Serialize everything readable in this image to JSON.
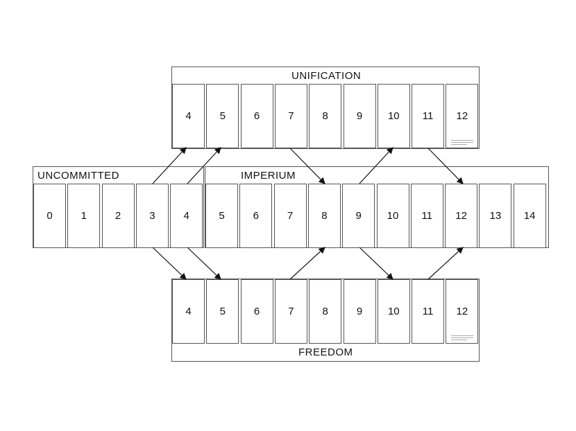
{
  "groups": {
    "unification": {
      "title": "UNIFICATION",
      "cells": [
        "4",
        "5",
        "6",
        "7",
        "8",
        "9",
        "10",
        "11",
        "12"
      ]
    },
    "uncommitted": {
      "title": "UNCOMMITTED",
      "cells": [
        "0",
        "1",
        "2",
        "3",
        "4"
      ]
    },
    "imperium": {
      "title": "IMPERIUM",
      "cells": [
        "5",
        "6",
        "7",
        "8",
        "9",
        "10",
        "11",
        "12",
        "13",
        "14"
      ]
    },
    "freedom": {
      "title": "FREEDOM",
      "cells": [
        "4",
        "5",
        "6",
        "7",
        "8",
        "9",
        "10",
        "11",
        "12"
      ]
    }
  },
  "colors": {
    "line": "#555555",
    "arrow": "#111111"
  }
}
